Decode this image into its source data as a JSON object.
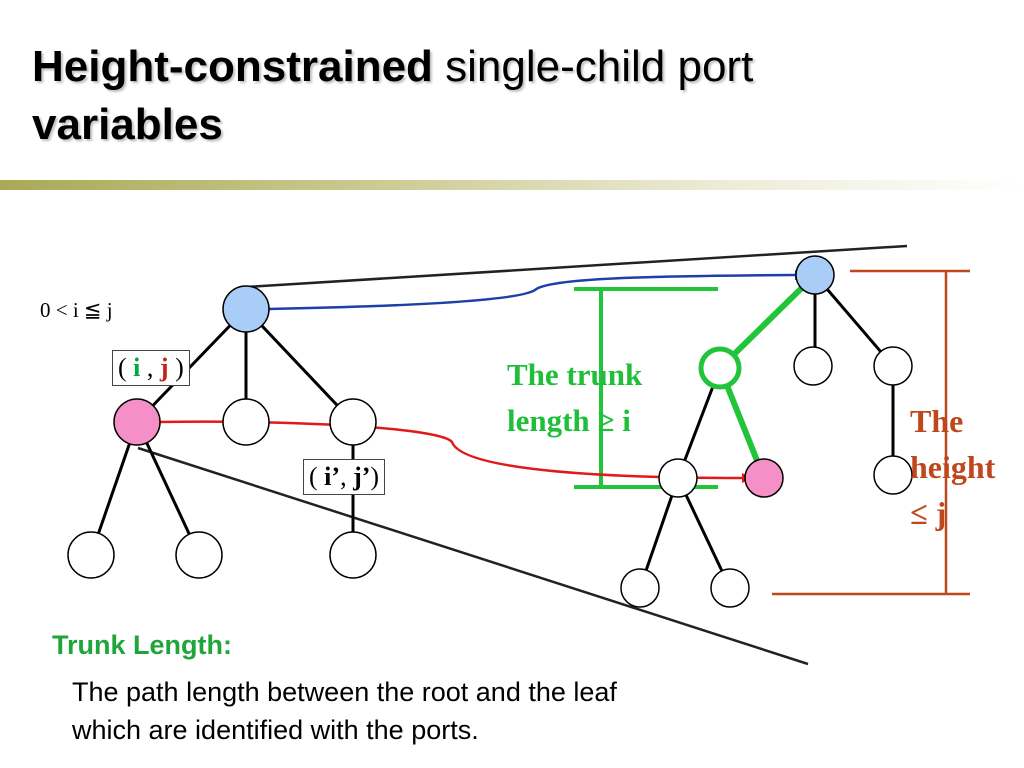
{
  "title": {
    "bold_1": "Height-constrained",
    "normal": " single-child port",
    "bold_2": "variables"
  },
  "condition": "0 < i ≦ j",
  "port_box_1": {
    "open": "( ",
    "i": "i",
    "comma": " , ",
    "j": "j",
    "close": " )"
  },
  "port_box_2": {
    "open": "( ",
    "i": "i’",
    "comma": ", ",
    "j": "j’",
    "close": ")"
  },
  "trunk_label": {
    "line1": "The trunk",
    "line2": "length ≥ i"
  },
  "height_label": {
    "line1": "The",
    "line2": "height",
    "line3": "≤ j"
  },
  "trunk_length": {
    "heading": "Trunk Length:",
    "body_line1": "The path length between the root and the leaf",
    "body_line2": "which are identified with the ports."
  },
  "colors": {
    "blue_node": "#a9cdf7",
    "pink_node": "#f58fc7",
    "green": "#22c43a",
    "red_line": "#e01919",
    "blue_line": "#1d3fa8",
    "bracket": "#c0461c"
  }
}
